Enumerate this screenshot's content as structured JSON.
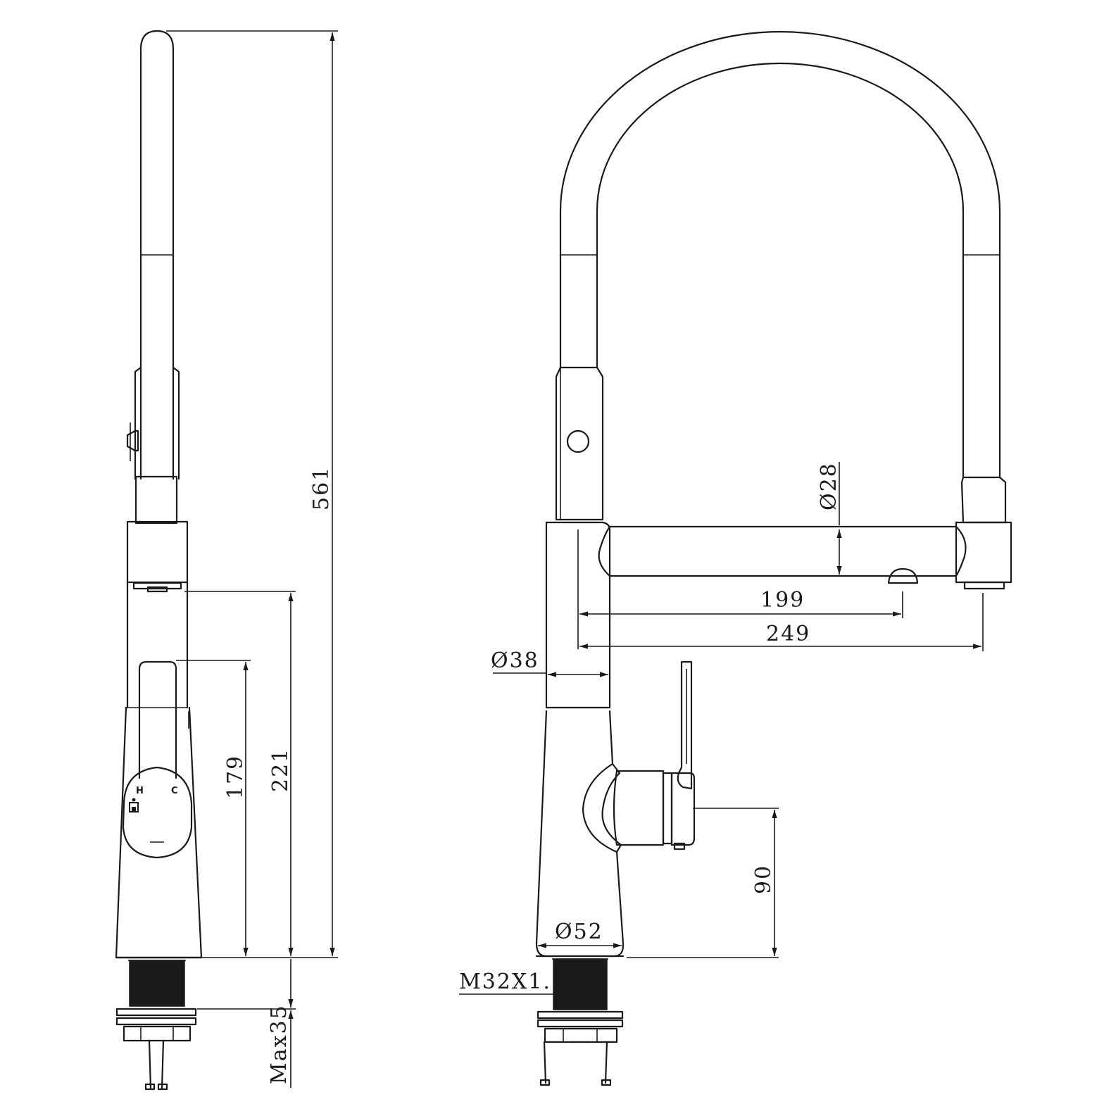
{
  "dimensions": {
    "total_height": "561",
    "spout_outlet_height": "221",
    "handle_height": "179",
    "max_deck": "Max35",
    "spray_diameter": "Ø28",
    "reach_spray": "199",
    "reach_total": "249",
    "body_diameter": "Ø38",
    "base_diameter": "Ø52",
    "thread": "M32X1.5",
    "lever_height": "90"
  },
  "handle_marks": {
    "hot": "H",
    "cold": "C"
  },
  "colors": {
    "line": "#1a1a1a",
    "background": "#ffffff"
  }
}
